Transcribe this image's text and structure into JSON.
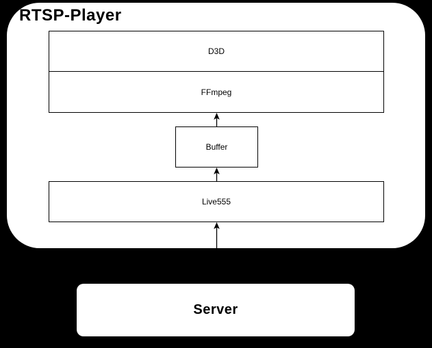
{
  "diagram": {
    "container": {
      "label": "RTSP-Player"
    },
    "nodes": [
      {
        "id": "d3d",
        "label": "D3D"
      },
      {
        "id": "ffmpeg",
        "label": "FFmpeg"
      },
      {
        "id": "buffer",
        "label": "Buffer"
      },
      {
        "id": "live555",
        "label": "Live555"
      },
      {
        "id": "server",
        "label": "Server"
      }
    ],
    "edges": [
      {
        "from": "server",
        "to": "live555",
        "direction": "up"
      },
      {
        "from": "live555",
        "to": "buffer",
        "direction": "up"
      },
      {
        "from": "buffer",
        "to": "ffmpeg",
        "direction": "up"
      }
    ],
    "colors": {
      "background": "#000000",
      "container_fill": "#ffffff",
      "node_fill": "#ffffff",
      "node_border": "#000000",
      "text": "#000000"
    }
  }
}
